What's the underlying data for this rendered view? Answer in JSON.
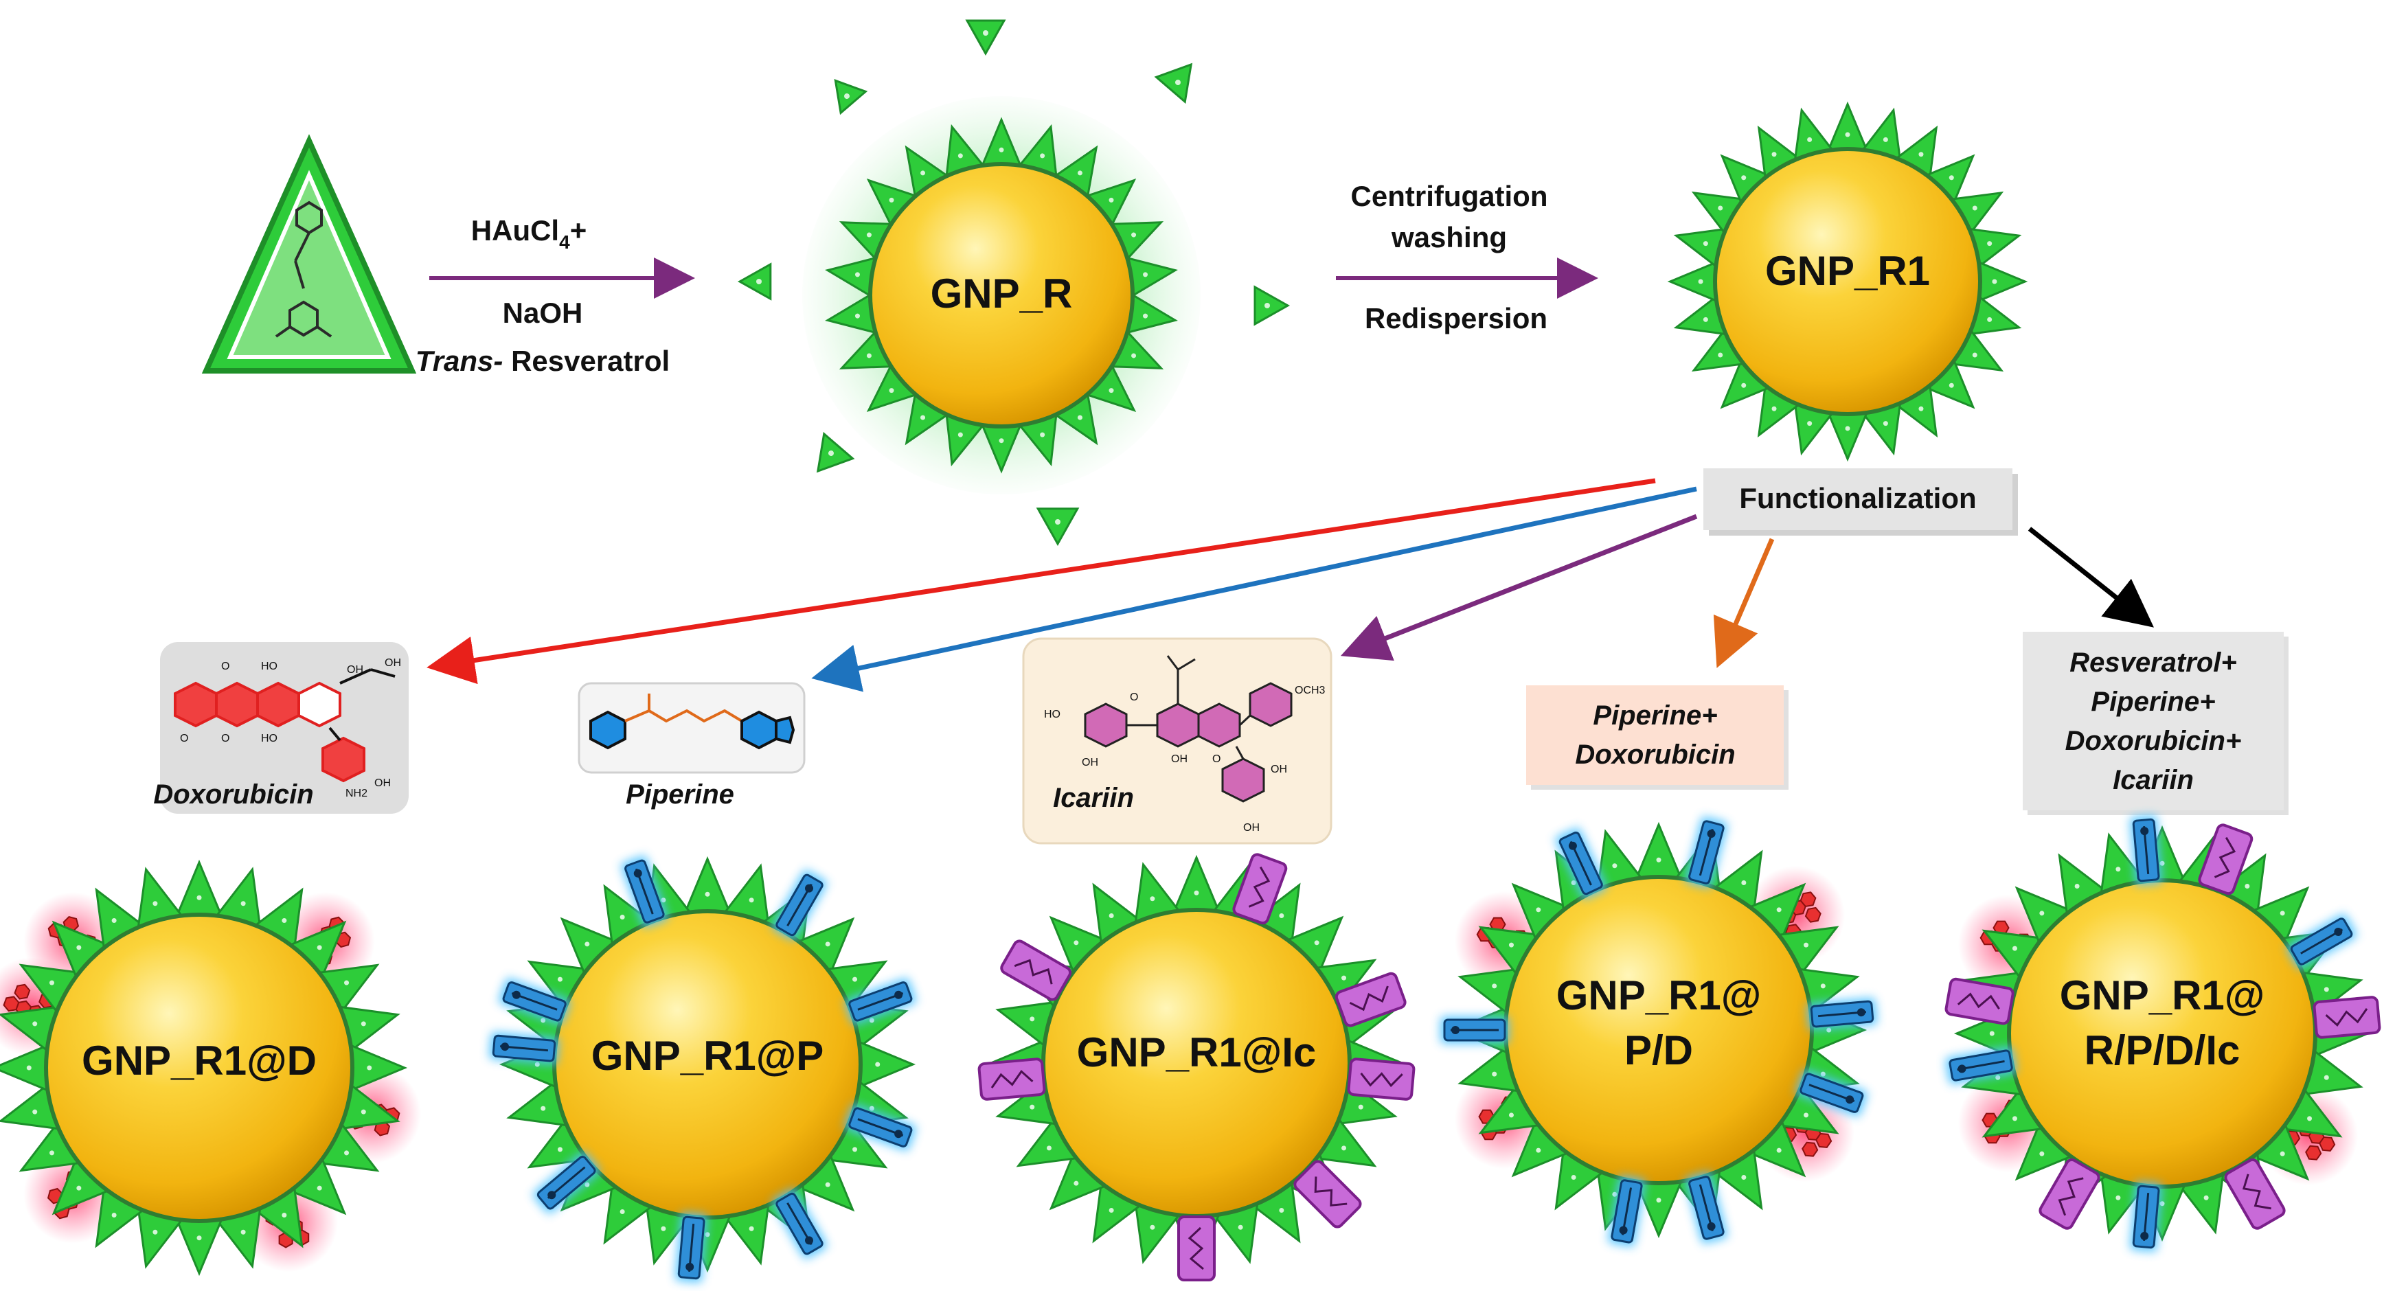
{
  "precursor": {
    "reagent": "HAuCl",
    "reagent_sub": "4",
    "reagent_suffix": "+",
    "base": "NaOH",
    "ligand_prefix": "Trans-",
    "ligand": " Resveratrol"
  },
  "gnp_r": {
    "label": "GNP_R"
  },
  "purification": {
    "line1": "Centrifugation",
    "line2": "washing",
    "line3": "Redispersion"
  },
  "gnp_r1": {
    "label": "GNP_R1"
  },
  "functionalization": {
    "label": "Functionalization"
  },
  "drugs": {
    "doxorubicin": "Doxorubicin",
    "piperine": "Piperine",
    "icariin": "Icariin",
    "combo_pd": [
      "Piperine+",
      "Doxorubicin"
    ],
    "combo_all": [
      "Resveratrol+",
      "Piperine+",
      "Doxorubicin+",
      "Icariin"
    ]
  },
  "products": [
    {
      "line1": "GNP_R1@D",
      "line2": ""
    },
    {
      "line1": "GNP_R1@P",
      "line2": ""
    },
    {
      "line1": "GNP_R1@Ic",
      "line2": ""
    },
    {
      "line1": "GNP_R1@",
      "line2": "P/D"
    },
    {
      "line1": "GNP_R1@",
      "line2": "R/P/D/Ic"
    }
  ],
  "colors": {
    "spike_green": "#2ecc3a",
    "shell_green": "#2e7d32",
    "gold": "#f7c325",
    "arrow_purple": "#7b2a7d",
    "arrow_red": "#e8201a",
    "arrow_blue": "#1e73be",
    "arrow_orange": "#e06a1a",
    "piperine_blue": "#2f8fd8",
    "icariin_purple": "#c86ad8",
    "doxo_red": "#e03030"
  }
}
